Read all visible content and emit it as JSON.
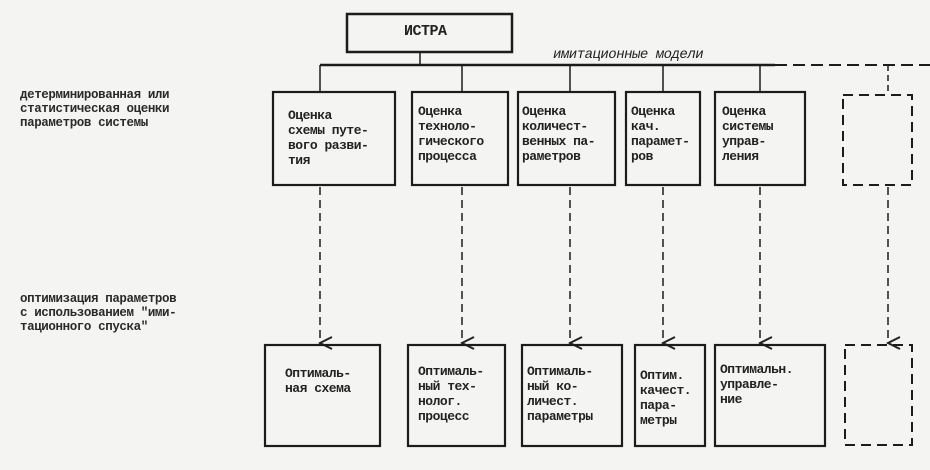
{
  "root": {
    "label": "ИСТРА"
  },
  "bus_label": "имитационные модели",
  "row_labels": [
    "детерминированная или\nстатистическая оценки\nпараметров системы",
    "оптимизация параметров\nс использованием \"ими-\nтационного спуска\""
  ],
  "top_boxes": [
    {
      "label": "Оценка\nсхемы путе-\nвого разви-\nтия"
    },
    {
      "label": "Оценка\nтехноло-\nгического\nпроцесса"
    },
    {
      "label": "Оценка\nколичест-\nвенных па-\nраметров"
    },
    {
      "label": "Оценка\nкач.\nпарамет-\nров"
    },
    {
      "label": "Оценка\nсистемы\nуправ-\nления"
    }
  ],
  "bottom_boxes": [
    {
      "label": "Оптималь-\nная схема"
    },
    {
      "label": "Оптималь-\nный тех-\nнолог.\nпроцесс"
    },
    {
      "label": "Оптималь-\nный ко-\nличест.\nпараметры"
    },
    {
      "label": "Оптим.\nкачест.\nпара-\nметры"
    },
    {
      "label": "Оптимальн.\nуправле-\nние"
    }
  ]
}
